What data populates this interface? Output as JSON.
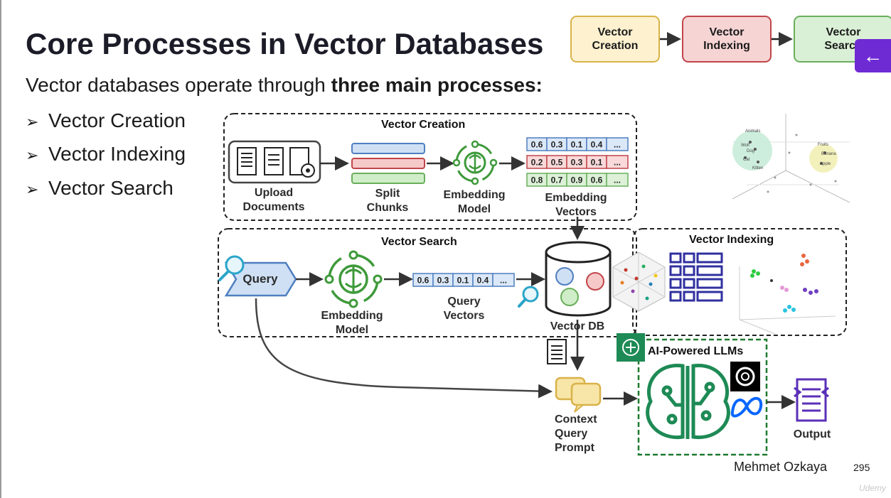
{
  "slide": {
    "title": "Core Processes in Vector Databases",
    "subtitle_prefix": "Vector databases operate through ",
    "subtitle_bold": "three main processes:",
    "bullets": [
      "Vector Creation",
      "Vector Indexing",
      "Vector Search"
    ],
    "author": "Mehmet Ozkaya",
    "page_number": "295",
    "watermark": "Udemy"
  },
  "flow": {
    "steps": [
      "Vector\nCreation",
      "Vector\nIndexing",
      "Vector\nSearch"
    ],
    "colors": [
      "#fdf1cf",
      "#f7d4d4",
      "#daf0d6"
    ],
    "borders": [
      "#d9b24a",
      "#c0454a",
      "#6aaf5c"
    ]
  },
  "nav": {
    "back_icon": "arrow-left-icon"
  },
  "diagram": {
    "vector_creation": {
      "title": "Vector Creation",
      "upload_label": "Upload\nDocuments",
      "split_label": "Split\nChunks",
      "embedding_label": "Embedding\nModel",
      "vectors_label": "Embedding\nVectors",
      "vector_rows": [
        [
          "0.6",
          "0.3",
          "0.1",
          "0.4",
          "..."
        ],
        [
          "0.2",
          "0.5",
          "0.3",
          "0.1",
          "..."
        ],
        [
          "0.8",
          "0.7",
          "0.9",
          "0.6",
          "..."
        ]
      ]
    },
    "vector_search": {
      "title": "Vector Search",
      "query_label": "Query",
      "embedding_label": "Embedding\nModel",
      "query_vector": [
        "0.6",
        "0.3",
        "0.1",
        "0.4",
        "..."
      ],
      "query_vectors_label": "Query\nVectors",
      "db_label": "Vector DB"
    },
    "vector_indexing": {
      "title": "Vector Indexing"
    },
    "llm": {
      "title": "AI-Powered LLMs",
      "output_label": "Output"
    },
    "context_label": "Context\nQuery\nPrompt",
    "scatter_labels": [
      "Animals",
      "Wolf",
      "Dog",
      "Cat",
      "Kitten",
      "Fruits",
      "Banana",
      "Apple"
    ]
  }
}
